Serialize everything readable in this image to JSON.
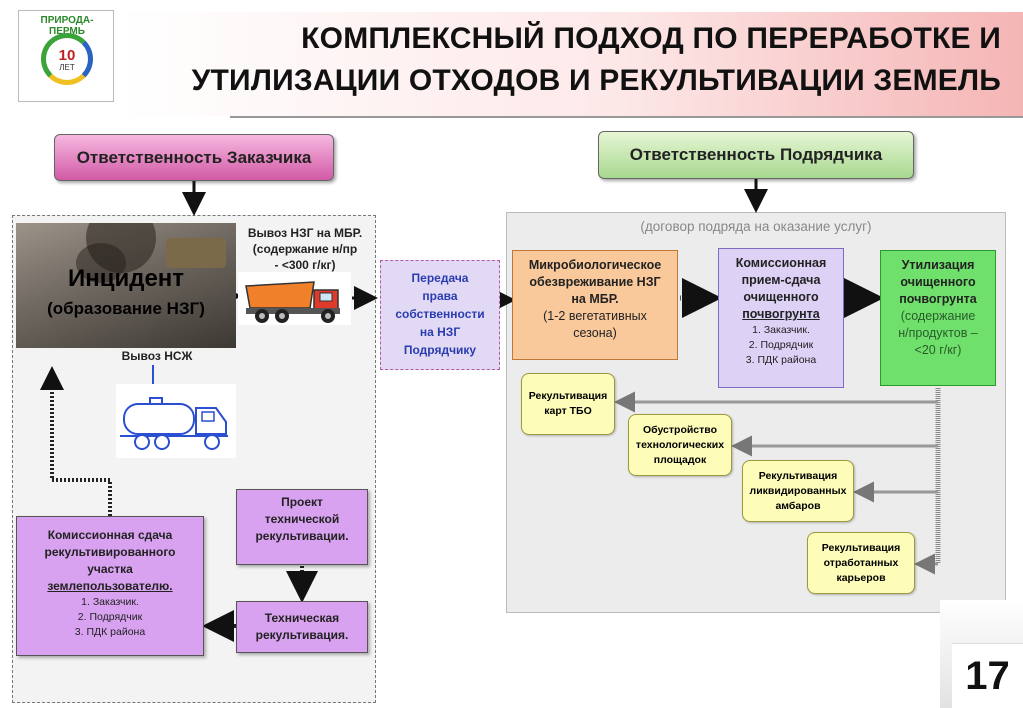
{
  "title": {
    "line1": "КОМПЛЕКСНЫЙ ПОДХОД ПО ПЕРЕРАБОТКЕ И",
    "line2": "УТИЛИЗАЦИИ ОТХОДОВ И РЕКУЛЬТИВАЦИИ ЗЕМЕЛЬ"
  },
  "logo": {
    "text": "ПРИРОДА-ПЕРМЬ",
    "number": "10",
    "sub": "ЛЕТ"
  },
  "headers": {
    "customer": "Ответственность Заказчика",
    "contractor": "Ответственность Подрядчика"
  },
  "contract_note": "(договор подряда на оказание услуг)",
  "incident": {
    "title": "Инцидент",
    "subtitle": "(образование НЗГ)"
  },
  "labels": {
    "export_nzg_1": "Вывоз НЗГ на МБР.",
    "export_nzg_2": "(содержание н/пр",
    "export_nzg_3": "- <300 г/кг)",
    "export_nszh": "Вывоз НСЖ"
  },
  "transfer": {
    "l1": "Передача",
    "l2": "права",
    "l3": "собственности",
    "l4": "на НЗГ",
    "l5": "Подрядчику"
  },
  "micro": {
    "l1": "Микробиологическое",
    "l2": "обезвреживание НЗГ",
    "l3": "на МБР.",
    "l4": "(1-2 вегетативных",
    "l5": "сезона)"
  },
  "commission": {
    "l1": "Комиссионная",
    "l2": "прием-сдача",
    "l3": "очищенного",
    "l4": "почвогрунта",
    "items": [
      "1. Заказчик.",
      "2. Подрядчик",
      "3. ПДК района"
    ]
  },
  "utilization": {
    "l1": "Утилизация",
    "l2": "очищенного",
    "l3": "почвогрунта",
    "l4": "(содержание",
    "l5": "н/продуктов –",
    "l6": "<20 г/кг)"
  },
  "reclamations": {
    "r1": [
      "Рекультивация",
      "карт ТБО"
    ],
    "r2": [
      "Обустройство",
      "технологических",
      "площадок"
    ],
    "r3": [
      "Рекультивация",
      "ликвидированных",
      "амбаров"
    ],
    "r4": [
      "Рекультивация",
      "отработанных",
      "карьеров"
    ]
  },
  "project": {
    "l1": "Проект",
    "l2": "технической",
    "l3": "рекультивации."
  },
  "tech": {
    "l1": "Техническая",
    "l2": "рекультивация."
  },
  "final_commission": {
    "l1": "Комиссионная сдача",
    "l2": "рекультивированного",
    "l3": "участка",
    "l4": "землепользователю.",
    "items": [
      "1. Заказчик.",
      "2. Подрядчик",
      "3. ПДК района"
    ]
  },
  "page_number": "17"
}
